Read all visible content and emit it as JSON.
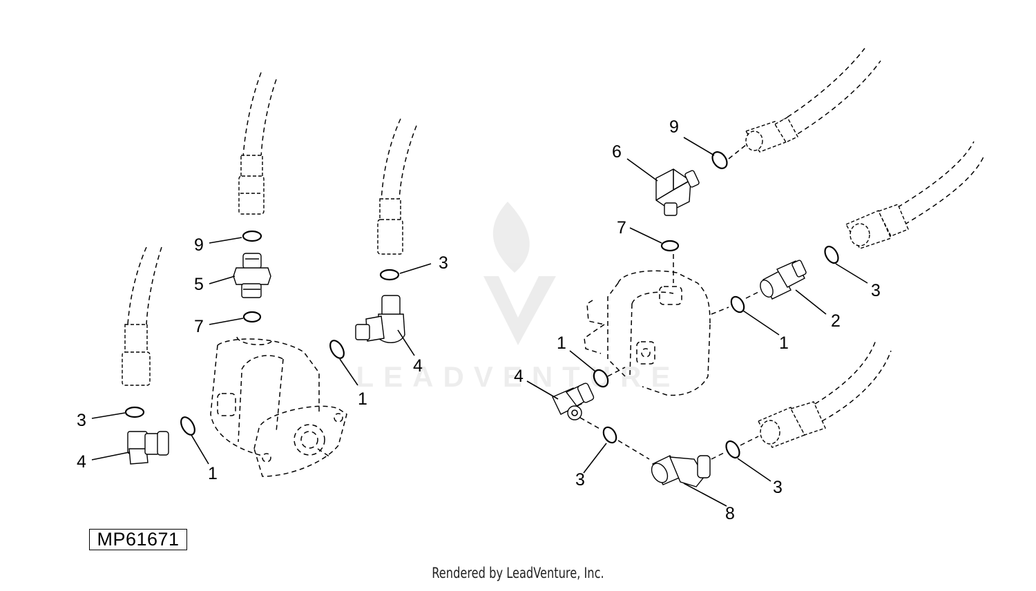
{
  "figure_id": "MP61671",
  "credit": "Rendered by LeadVenture, Inc.",
  "watermark": {
    "text": "LEADVENTURE",
    "icon": "flame-v-logo-icon"
  },
  "callouts": [
    {
      "id": "L9",
      "text": "9"
    },
    {
      "id": "L5",
      "text": "5"
    },
    {
      "id": "L7",
      "text": "7"
    },
    {
      "id": "L3a",
      "text": "3"
    },
    {
      "id": "L4a",
      "text": "4"
    },
    {
      "id": "L1a",
      "text": "1"
    },
    {
      "id": "L1b",
      "text": "1"
    },
    {
      "id": "L3b",
      "text": "3"
    },
    {
      "id": "L4b",
      "text": "4"
    },
    {
      "id": "R9",
      "text": "9"
    },
    {
      "id": "R6",
      "text": "6"
    },
    {
      "id": "R7",
      "text": "7"
    },
    {
      "id": "R3a",
      "text": "3"
    },
    {
      "id": "R2",
      "text": "2"
    },
    {
      "id": "R1a",
      "text": "1"
    },
    {
      "id": "R1b",
      "text": "1"
    },
    {
      "id": "R4",
      "text": "4"
    },
    {
      "id": "R3b",
      "text": "3"
    },
    {
      "id": "R8",
      "text": "8"
    },
    {
      "id": "R3c",
      "text": "3"
    }
  ]
}
